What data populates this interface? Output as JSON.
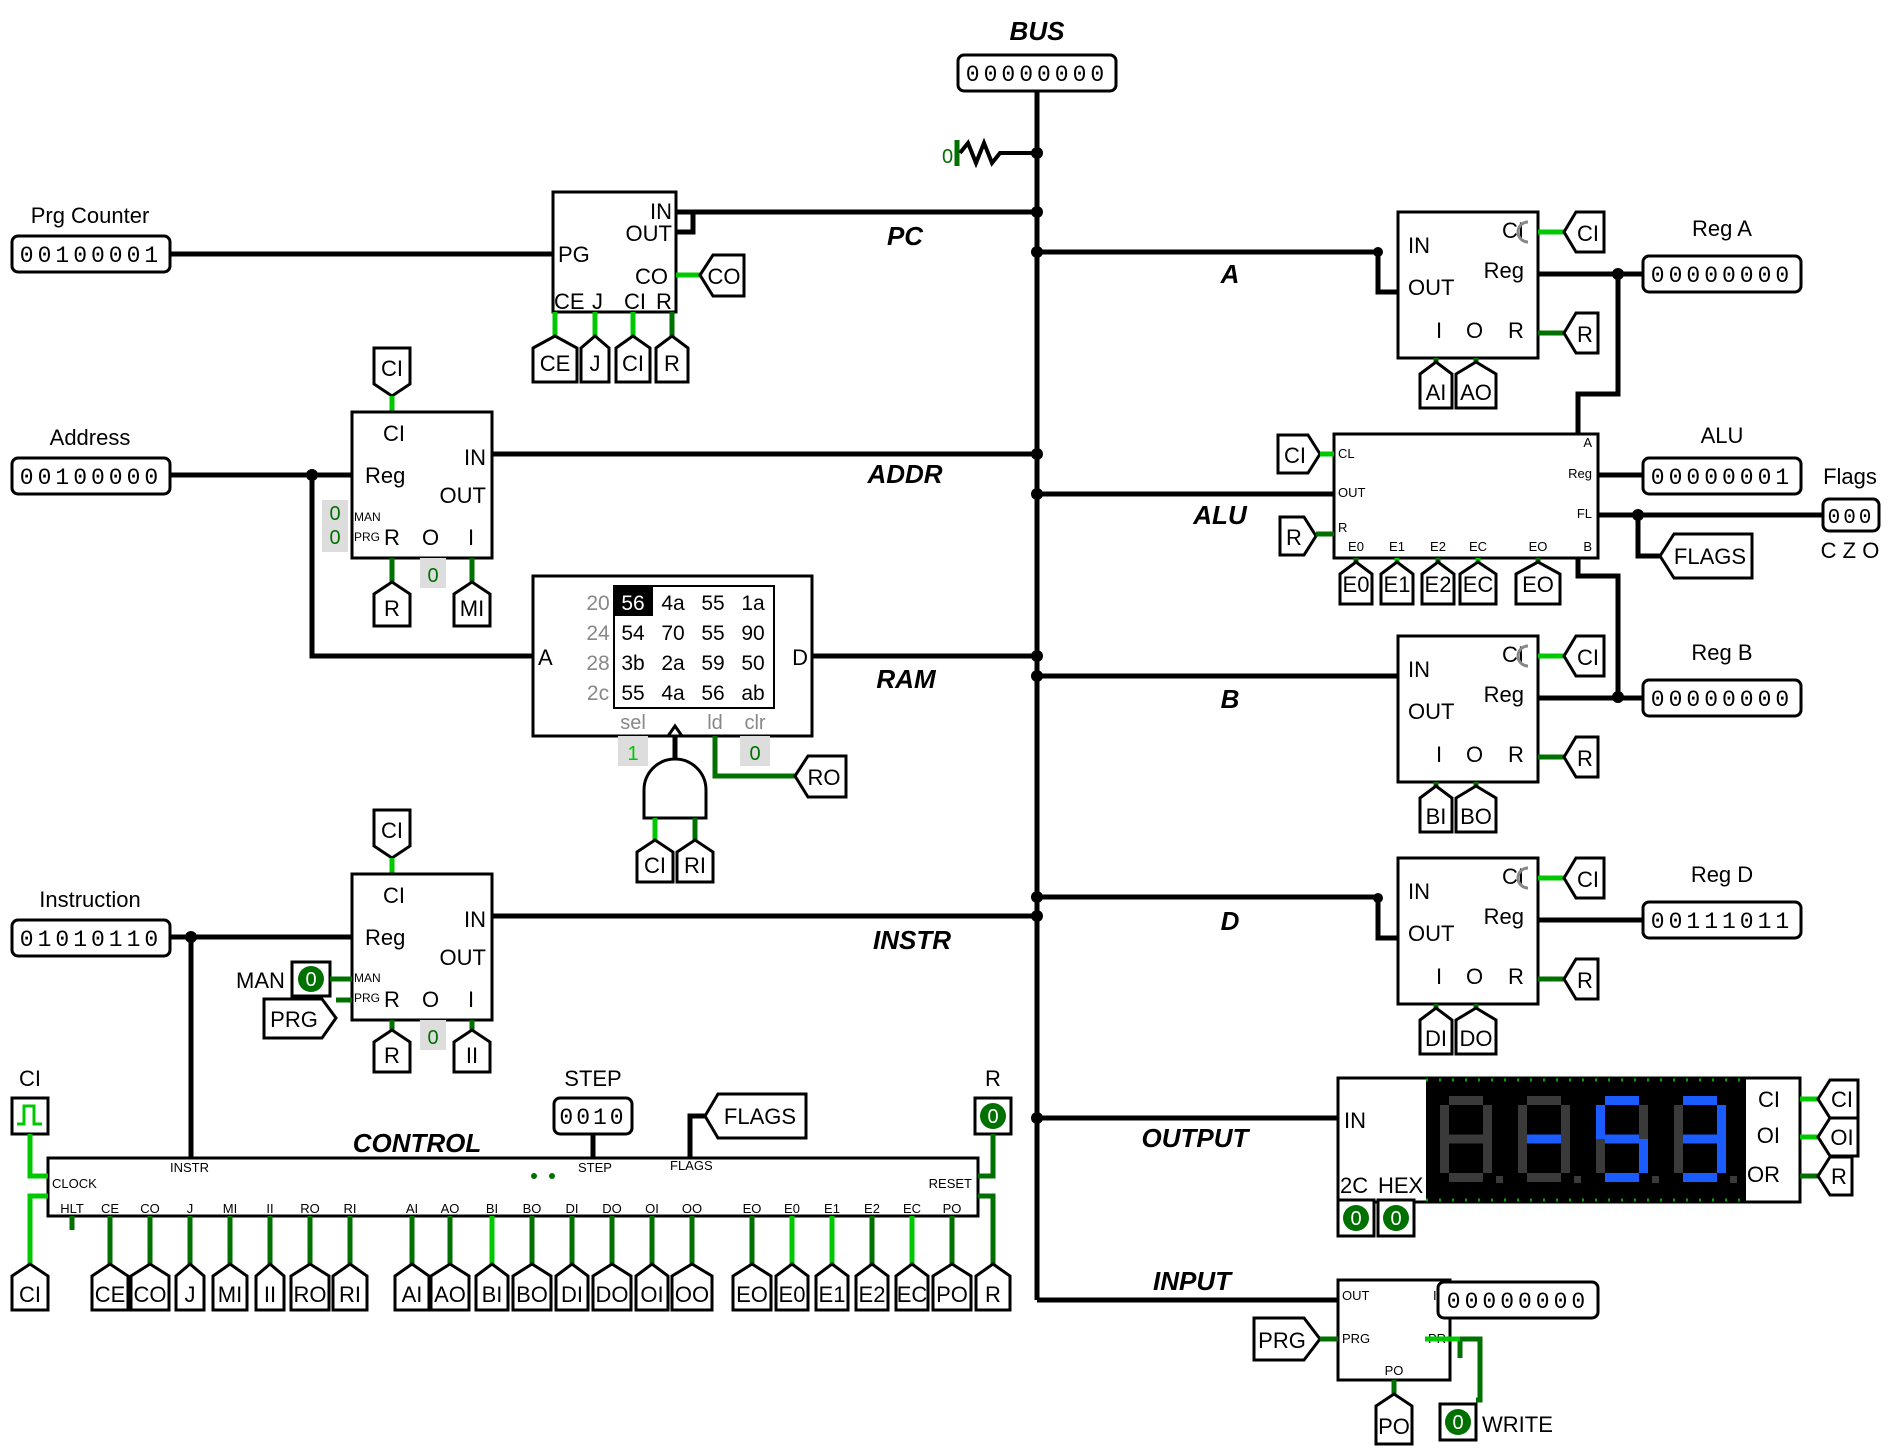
{
  "bus": {
    "label": "BUS",
    "value": "00000000",
    "pulldown_value": "0"
  },
  "probes": {
    "prg_counter": {
      "label": "Prg Counter",
      "value": "00100001"
    },
    "address": {
      "label": "Address",
      "value": "00100000"
    },
    "instruction": {
      "label": "Instruction",
      "value": "01010110"
    },
    "reg_a": {
      "label": "Reg A",
      "value": "00000000"
    },
    "alu": {
      "label": "ALU",
      "value": "00000001"
    },
    "flags": {
      "label": "Flags",
      "value": "000",
      "sub": "C Z O"
    },
    "reg_b": {
      "label": "Reg B",
      "value": "00000000"
    },
    "reg_d": {
      "label": "Reg D",
      "value": "00111011"
    },
    "input_value": {
      "value": "00000000"
    }
  },
  "bus_labels": {
    "pc": "PC",
    "addr": "ADDR",
    "ram": "RAM",
    "instr": "INSTR",
    "a": "A",
    "alu": "ALU",
    "b": "B",
    "d": "D",
    "output": "OUTPUT",
    "input": "INPUT",
    "control": "CONTROL"
  },
  "pc_block": {
    "in": "IN",
    "out": "OUT",
    "pg": "PG",
    "co": "CO",
    "bottom": [
      "CE",
      "J",
      "CI",
      "R"
    ],
    "ext_co": "CO",
    "tags": [
      "CE",
      "J",
      "CI",
      "R"
    ]
  },
  "addr_block": {
    "ci": "CI",
    "reg": "Reg",
    "in": "IN",
    "out": "OUT",
    "man": "MAN",
    "prg": "PRG",
    "r": "R",
    "o": "O",
    "i": "I",
    "man_val": "0",
    "prg_val": "0",
    "o_val": "0",
    "top_tag": "CI",
    "tags": [
      "R",
      "MI"
    ]
  },
  "ram": {
    "rows": [
      [
        "20",
        "56",
        "4a",
        "55",
        "1a"
      ],
      [
        "24",
        "54",
        "70",
        "55",
        "90"
      ],
      [
        "28",
        "3b",
        "2a",
        "59",
        "50"
      ],
      [
        "2c",
        "55",
        "4a",
        "56",
        "ab"
      ]
    ],
    "a": "A",
    "d": "D",
    "sel": "sel",
    "ld": "ld",
    "clr": "clr",
    "sel_val": "1",
    "clr_val": "0",
    "ro_tag": "RO",
    "gate_tags": [
      "CI",
      "RI"
    ]
  },
  "instr_block": {
    "ci": "CI",
    "reg": "Reg",
    "in": "IN",
    "out": "OUT",
    "man": "MAN",
    "prg": "PRG",
    "r": "R",
    "o": "O",
    "i": "I",
    "o_val": "0",
    "man_label": "MAN",
    "man_btn": "0",
    "prg_tag": "PRG",
    "top_tag": "CI",
    "tags": [
      "R",
      "II"
    ]
  },
  "reg_a": {
    "ci": "CI",
    "reg": "Reg",
    "in": "IN",
    "out": "OUT",
    "i": "I",
    "o": "O",
    "r": "R",
    "tags": [
      "AI",
      "AO"
    ],
    "ci_tag": "CI",
    "r_tag": "R"
  },
  "reg_b": {
    "ci": "CI",
    "reg": "Reg",
    "in": "IN",
    "out": "OUT",
    "i": "I",
    "o": "O",
    "r": "R",
    "tags": [
      "BI",
      "BO"
    ],
    "ci_tag": "CI",
    "r_tag": "R"
  },
  "reg_d": {
    "ci": "CI",
    "reg": "Reg",
    "in": "IN",
    "out": "OUT",
    "i": "I",
    "o": "O",
    "r": "R",
    "tags": [
      "DI",
      "DO"
    ],
    "ci_tag": "CI",
    "r_tag": "R"
  },
  "alu_block": {
    "cl": "CL",
    "out": "OUT",
    "r": "R",
    "a": "A",
    "reg": "Reg",
    "fl": "FL",
    "b": "B",
    "pins": [
      "E0",
      "E1",
      "E2",
      "EC",
      "EO"
    ],
    "tags": [
      "E0",
      "E1",
      "E2",
      "EC",
      "EO"
    ],
    "ci_tag": "CI",
    "r_tag": "R",
    "flags_tag": "FLAGS"
  },
  "output_block": {
    "in": "IN",
    "c2": "2C",
    "hex": "HEX",
    "c2_val": "0",
    "hex_val": "0",
    "digits": [
      "-53",
      ""
    ],
    "side": [
      "CI",
      "OI",
      "OR"
    ],
    "tags": [
      "CI",
      "OI",
      "R"
    ],
    "lit_color": "#1a5cff",
    "dim_color": "#3a3a3a"
  },
  "input_block": {
    "out": "OUT",
    "in": "IN",
    "prg": "PRG",
    "pr": "PR",
    "po": "PO",
    "prg_tag": "PRG",
    "po_tag": "PO",
    "write_val": "0",
    "write_label": "WRITE"
  },
  "control": {
    "title": "CONTROL",
    "clock_label": "CI",
    "clock_pin": "CLOCK",
    "instr_pin": "INSTR",
    "step_label": "STEP",
    "step_value": "0010",
    "step_pin": "STEP",
    "flags_pin": "FLAGS",
    "flags_tag": "FLAGS",
    "reset_label": "R",
    "reset_value": "0",
    "reset_pin": "RESET",
    "pins": [
      "HLT",
      "CE",
      "CO",
      "J",
      "MI",
      "II",
      "RO",
      "RI",
      "AI",
      "AO",
      "BI",
      "BO",
      "DI",
      "DO",
      "OI",
      "OO",
      "EO",
      "E0",
      "E1",
      "E2",
      "EC",
      "PO"
    ],
    "tags": [
      "CI",
      "CE",
      "CO",
      "J",
      "MI",
      "II",
      "RO",
      "RI",
      "AI",
      "AO",
      "BI",
      "BO",
      "DI",
      "DO",
      "OI",
      "OO",
      "EO",
      "E0",
      "E1",
      "E2",
      "EC",
      "PO",
      "R"
    ]
  },
  "colors": {
    "wire": "#000000",
    "active": "#00c800",
    "low": "#007000",
    "display_bg": "#000000"
  }
}
